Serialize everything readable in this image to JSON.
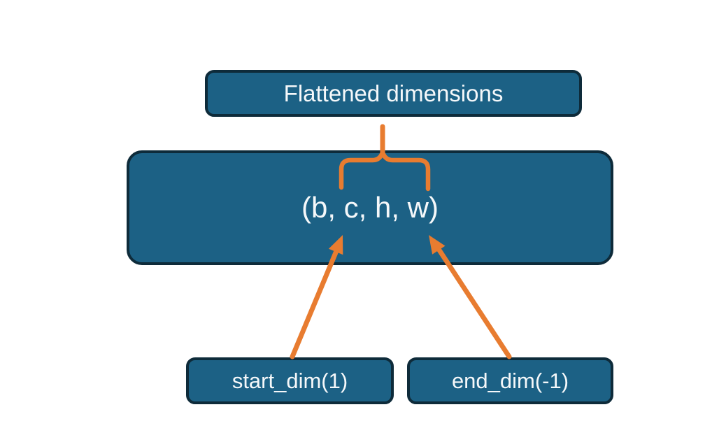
{
  "diagram": {
    "title_box": {
      "label": "Flattened dimensions"
    },
    "tensor_box": {
      "label": "(b, c, h, w)"
    },
    "start_dim_box": {
      "label": "start_dim(1)"
    },
    "end_dim_box": {
      "label": "end_dim(-1)"
    }
  },
  "colors": {
    "background": "#ffffff",
    "box_fill": "#1c6185",
    "box_border": "#0e2b3a",
    "label_text": "#f5f8fa",
    "connector_orange": "#e87c30"
  }
}
